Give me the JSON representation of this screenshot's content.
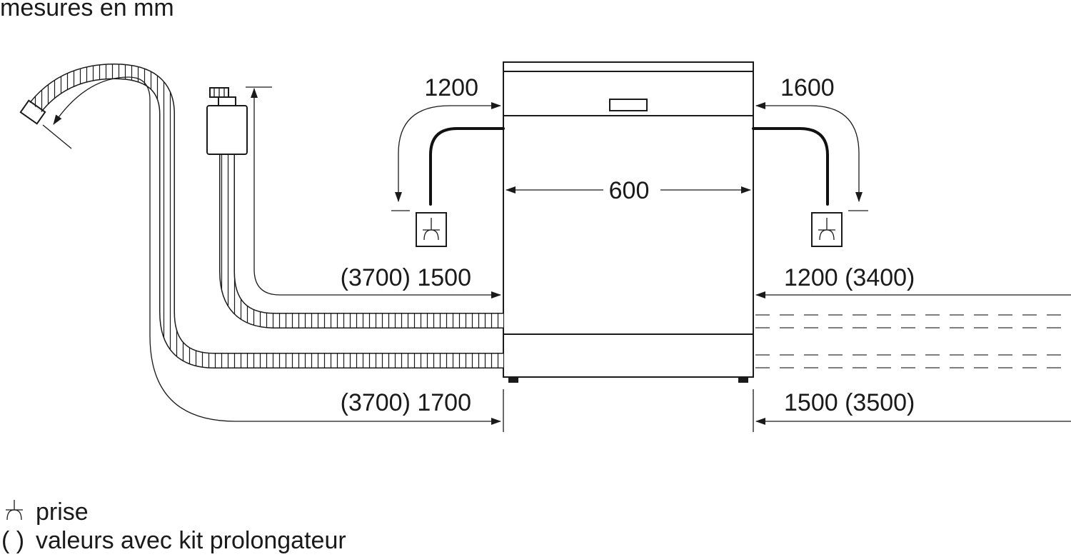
{
  "header": {
    "units_note": "mesures en mm"
  },
  "dimensions": {
    "width": "600",
    "left_power_cable": "1200",
    "right_power_cable": "1600",
    "left_inlet_hose": "(3700) 1500",
    "right_inlet_hose": "1200 (3400)",
    "left_drain_hose": "(3700) 1700",
    "right_drain_hose": "1500 (3500)"
  },
  "legend": {
    "socket_symbol": "⏊",
    "socket_label": "prise",
    "brackets_symbol": "( )",
    "brackets_label": "valeurs avec kit prolongateur"
  }
}
